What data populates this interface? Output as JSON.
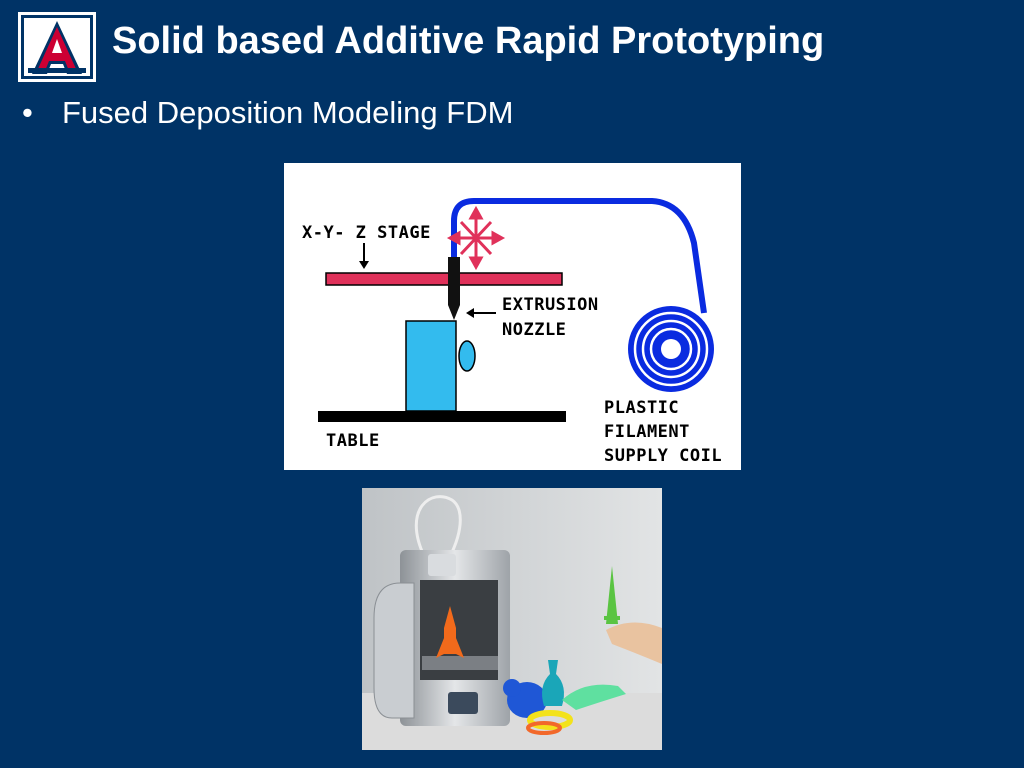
{
  "slide": {
    "title": "Solid based Additive Rapid Prototyping",
    "bullet_symbol": "•",
    "bullet": "Fused Deposition Modeling FDM",
    "logo": {
      "icon": "university-a-logo-icon",
      "letter": "A",
      "colors": {
        "red": "#CC0033",
        "navy": "#003366",
        "white": "#FFFFFF"
      }
    }
  },
  "diagram": {
    "labels": {
      "stage": "X-Y- Z STAGE",
      "nozzle_line1": "EXTRUSION",
      "nozzle_line2": "NOZZLE",
      "table": "TABLE",
      "coil_line1": "PLASTIC",
      "coil_line2": "FILAMENT",
      "coil_line3": "SUPPLY COIL"
    },
    "colors": {
      "stage": "#E0315A",
      "filament": "#0A2BE0",
      "head": "#33BBEE",
      "arrows": "#E0315A",
      "table": "#000000"
    }
  },
  "photo": {
    "subject": "3d-printer-photo"
  }
}
